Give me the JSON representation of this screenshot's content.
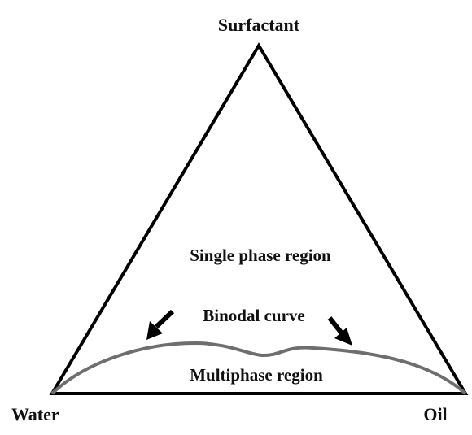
{
  "diagram": {
    "type": "ternary-phase-diagram",
    "vertices": {
      "top": "Surfactant",
      "bottom_left": "Water",
      "bottom_right": "Oil"
    },
    "labels": {
      "single_phase": "Single phase region",
      "binodal": "Binodal curve",
      "multiphase": "Multiphase region"
    },
    "colors": {
      "outline": "#000000",
      "binodal_curve": "#6e6e6e",
      "text": "#111111"
    }
  }
}
